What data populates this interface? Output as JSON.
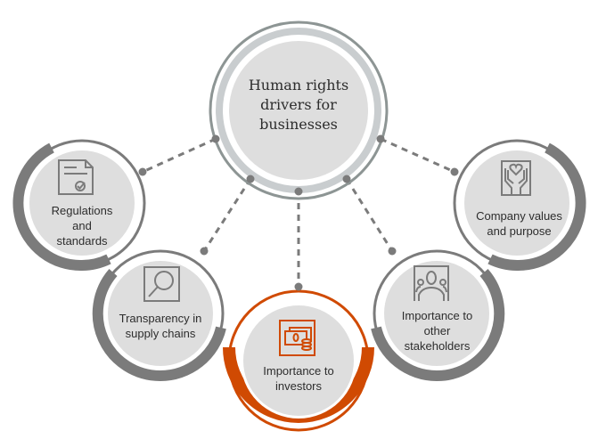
{
  "center": {
    "title_lines": [
      "Human rights",
      "drivers for",
      "businesses"
    ]
  },
  "nodes": [
    {
      "id": "regulations",
      "lines": [
        "Regulations",
        "and",
        "standards"
      ],
      "icon": "document-check-icon",
      "highlighted": false
    },
    {
      "id": "transparency",
      "lines": [
        "Transparency in",
        "supply chains"
      ],
      "icon": "magnifier-icon",
      "highlighted": false
    },
    {
      "id": "investors",
      "lines": [
        "Importance to",
        "investors"
      ],
      "icon": "money-coins-icon",
      "highlighted": true
    },
    {
      "id": "stakeholders",
      "lines": [
        "Importance to",
        "other",
        "stakeholders"
      ],
      "icon": "people-group-icon",
      "highlighted": false
    },
    {
      "id": "company-values",
      "lines": [
        "Company values",
        "and purpose"
      ],
      "icon": "hands-heart-icon",
      "highlighted": false
    }
  ],
  "colors": {
    "ring_gray": "#7b7b7b",
    "fill_gray": "#dedede",
    "center_ring": "#c9cdcf",
    "center_outline": "#8d9594",
    "accent_orange": "#d04a02",
    "connector": "#7b7b7b",
    "text": "#2d2d2d"
  }
}
